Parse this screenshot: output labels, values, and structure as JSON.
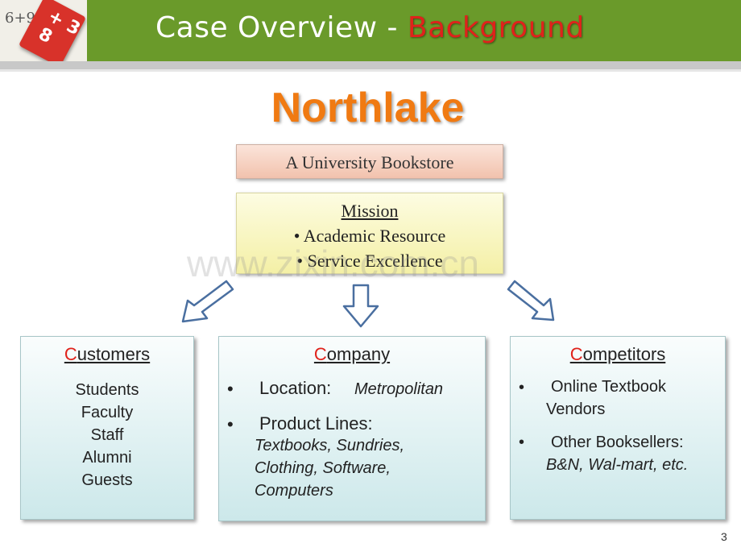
{
  "header": {
    "title_main": "Case Overview - ",
    "title_accent": "Background",
    "logo_numbers": "6+9",
    "logo_card_text": "+ 3 8"
  },
  "headline": "Northlake",
  "subtitle": "A University Bookstore",
  "mission": {
    "title": "Mission",
    "items": [
      "• Academic Resource",
      "• Service Excellence"
    ]
  },
  "watermark": "www.zixin.com.cn",
  "customers": {
    "first_letter": "C",
    "rest": "ustomers",
    "items": [
      "Students",
      "Faculty",
      "Staff",
      "Alumni",
      "Guests"
    ]
  },
  "company": {
    "first_letter": "C",
    "rest": "ompany",
    "bullet": "•",
    "location_label": "Location:",
    "location_value": "Metropolitan",
    "product_label": "Product Lines:",
    "product_values": [
      "Textbooks, Sundries,",
      "Clothing, Software,",
      "Computers"
    ]
  },
  "competitors": {
    "first_letter": "C",
    "rest": "ompetitors",
    "bullet": "•",
    "item1_lines": [
      "Online Textbook",
      "Vendors"
    ],
    "item2_label": "Other Booksellers:",
    "item2_value": "B&N, Wal-mart, etc."
  },
  "page_number": "3",
  "colors": {
    "header_green": "#6a9a2a",
    "accent_red": "#e0221b",
    "headline_orange": "#f07a12",
    "arrow_blue": "#4a6fa0"
  }
}
